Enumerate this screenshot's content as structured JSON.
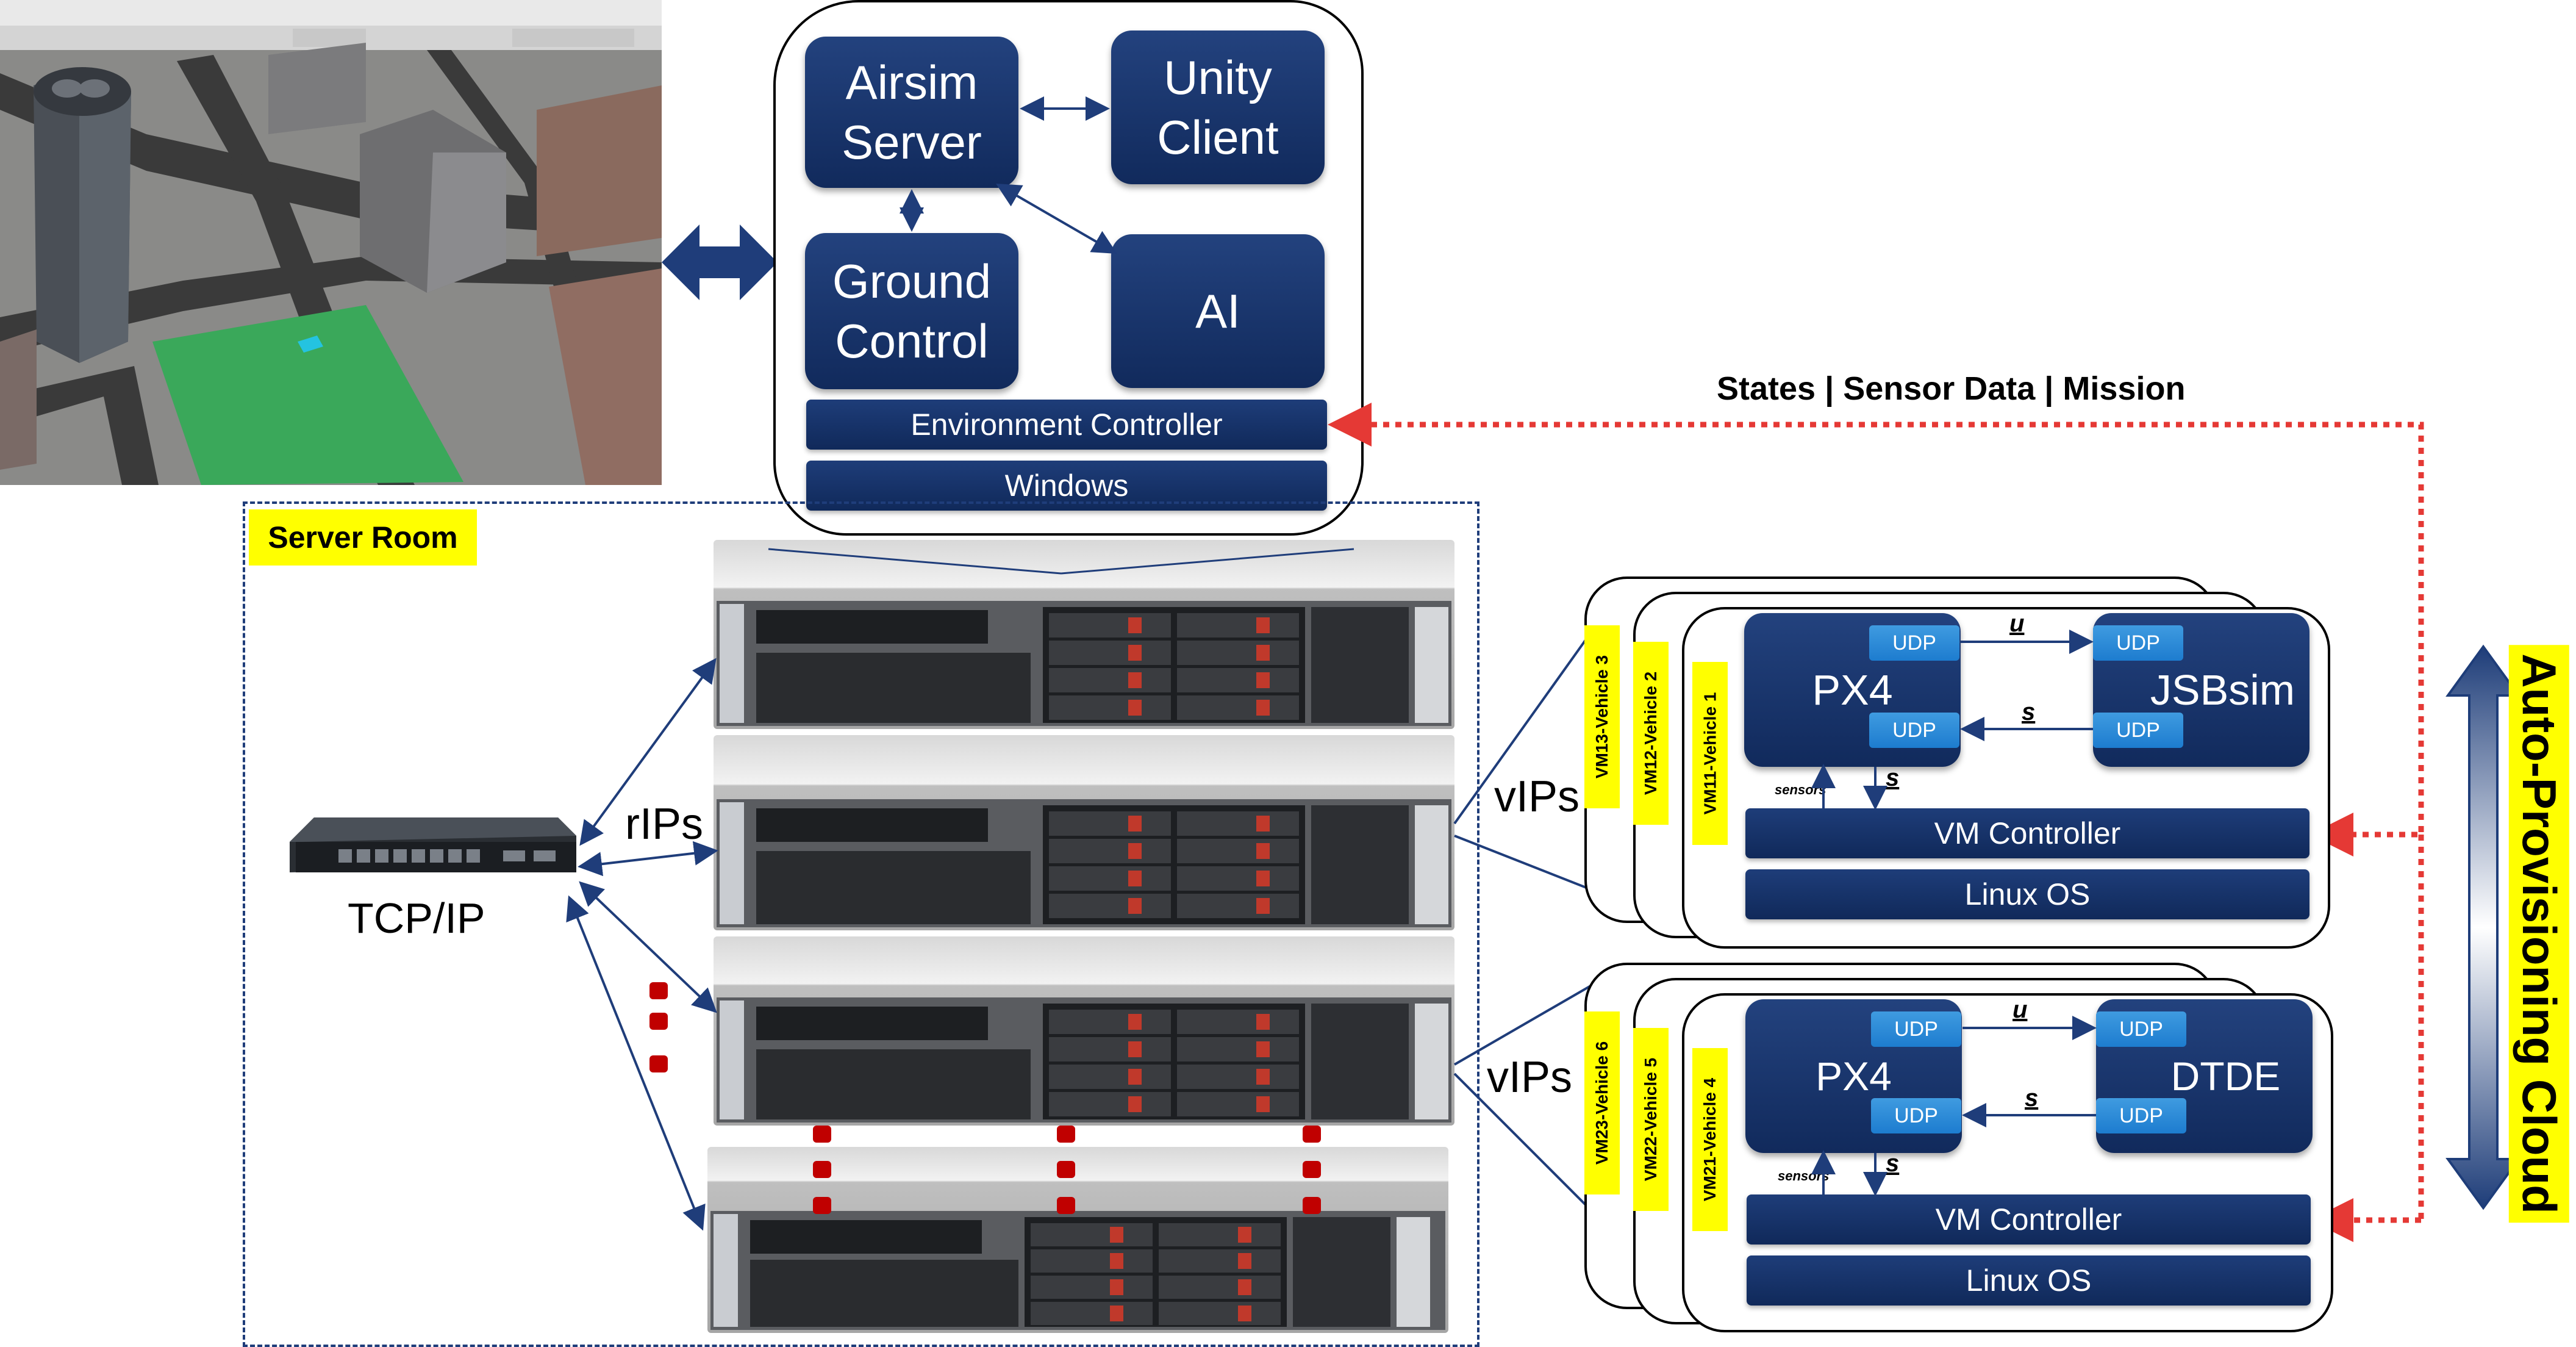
{
  "top_stack": {
    "airsim_server": "Airsim Server",
    "unity_client": "Unity Client",
    "ground_control": "Ground Control",
    "ai": "AI",
    "environment_controller": "Environment Controller",
    "windows": "Windows"
  },
  "server_room": {
    "label": "Server Room"
  },
  "network": {
    "switch_label": "TCP/IP",
    "rips_label": "rIPs",
    "vips_label_1": "vIPs",
    "vips_label_2": "vIPs"
  },
  "link_label": "States | Sensor Data | Mission",
  "cloud_label": "Auto-Provisioning Cloud",
  "vm_group_1": {
    "labels": [
      "VM13-Vehicle 3",
      "VM12-Vehicle 2",
      "VM11-Vehicle 1"
    ],
    "px4": "PX4",
    "sim": "JSBsim",
    "udp": "UDP",
    "u": "u",
    "s": "s",
    "s2": "s",
    "sensors": "sensors",
    "vm_controller": "VM Controller",
    "os": "Linux OS"
  },
  "vm_group_2": {
    "labels": [
      "VM23-Vehicle 6",
      "VM22-Vehicle 5",
      "VM21-Vehicle 4"
    ],
    "px4": "PX4",
    "sim": "DTDE",
    "udp": "UDP",
    "u": "u",
    "s": "s",
    "s2": "s",
    "sensors": "sensors",
    "vm_controller": "VM Controller",
    "os": "Linux OS"
  },
  "colors": {
    "dark_blue": "#15306a",
    "udp_blue": "#2b8ad8",
    "yellow": "#ffff00",
    "red_link": "#e53935",
    "arrow_navy": "#1f3d7a"
  }
}
